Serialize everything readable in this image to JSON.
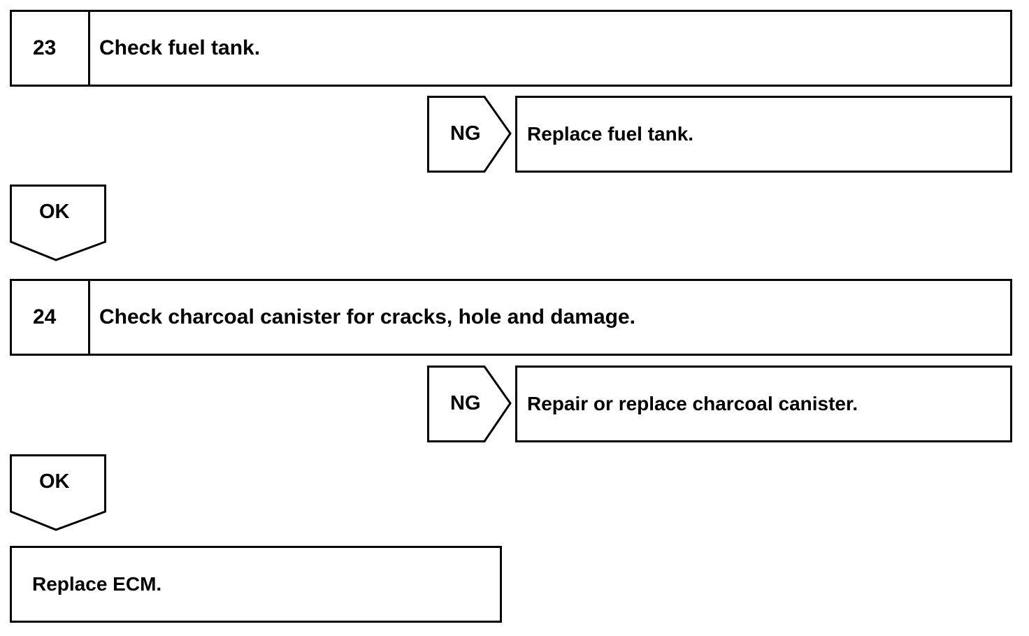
{
  "steps": [
    {
      "number": "23",
      "title": "Check fuel tank.",
      "ng_label": "NG",
      "ng_action": "Replace fuel tank.",
      "ok_label": "OK"
    },
    {
      "number": "24",
      "title": "Check charcoal canister for cracks, hole and damage.",
      "ng_label": "NG",
      "ng_action": "Repair or replace charcoal canister.",
      "ok_label": "OK"
    }
  ],
  "final_action": "Replace ECM.",
  "colors": {
    "line": "#000000",
    "background": "#ffffff"
  }
}
